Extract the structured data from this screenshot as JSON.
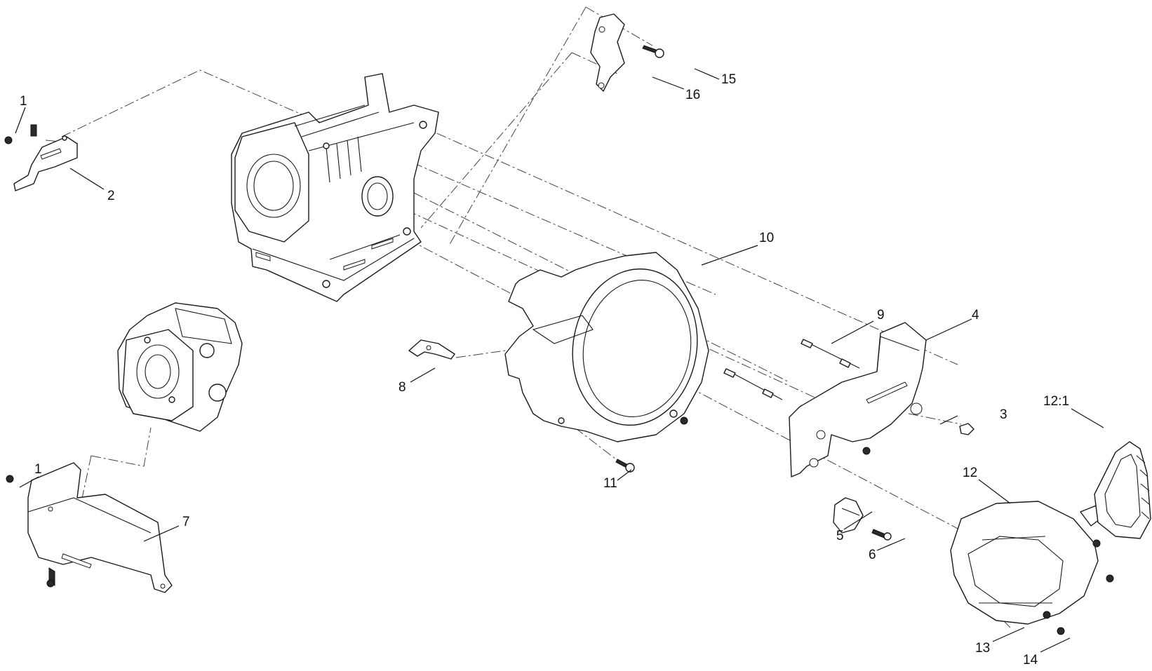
{
  "callouts": {
    "c1a": "1",
    "c1b": "1",
    "c2": "2",
    "c3": "3",
    "c4": "4",
    "c5": "5",
    "c6": "6",
    "c7": "7",
    "c8": "8",
    "c9": "9",
    "c10": "10",
    "c11": "11",
    "c12": "12",
    "c12_1": "12:1",
    "c13": "13",
    "c14": "14",
    "c15": "15",
    "c16": "16"
  }
}
